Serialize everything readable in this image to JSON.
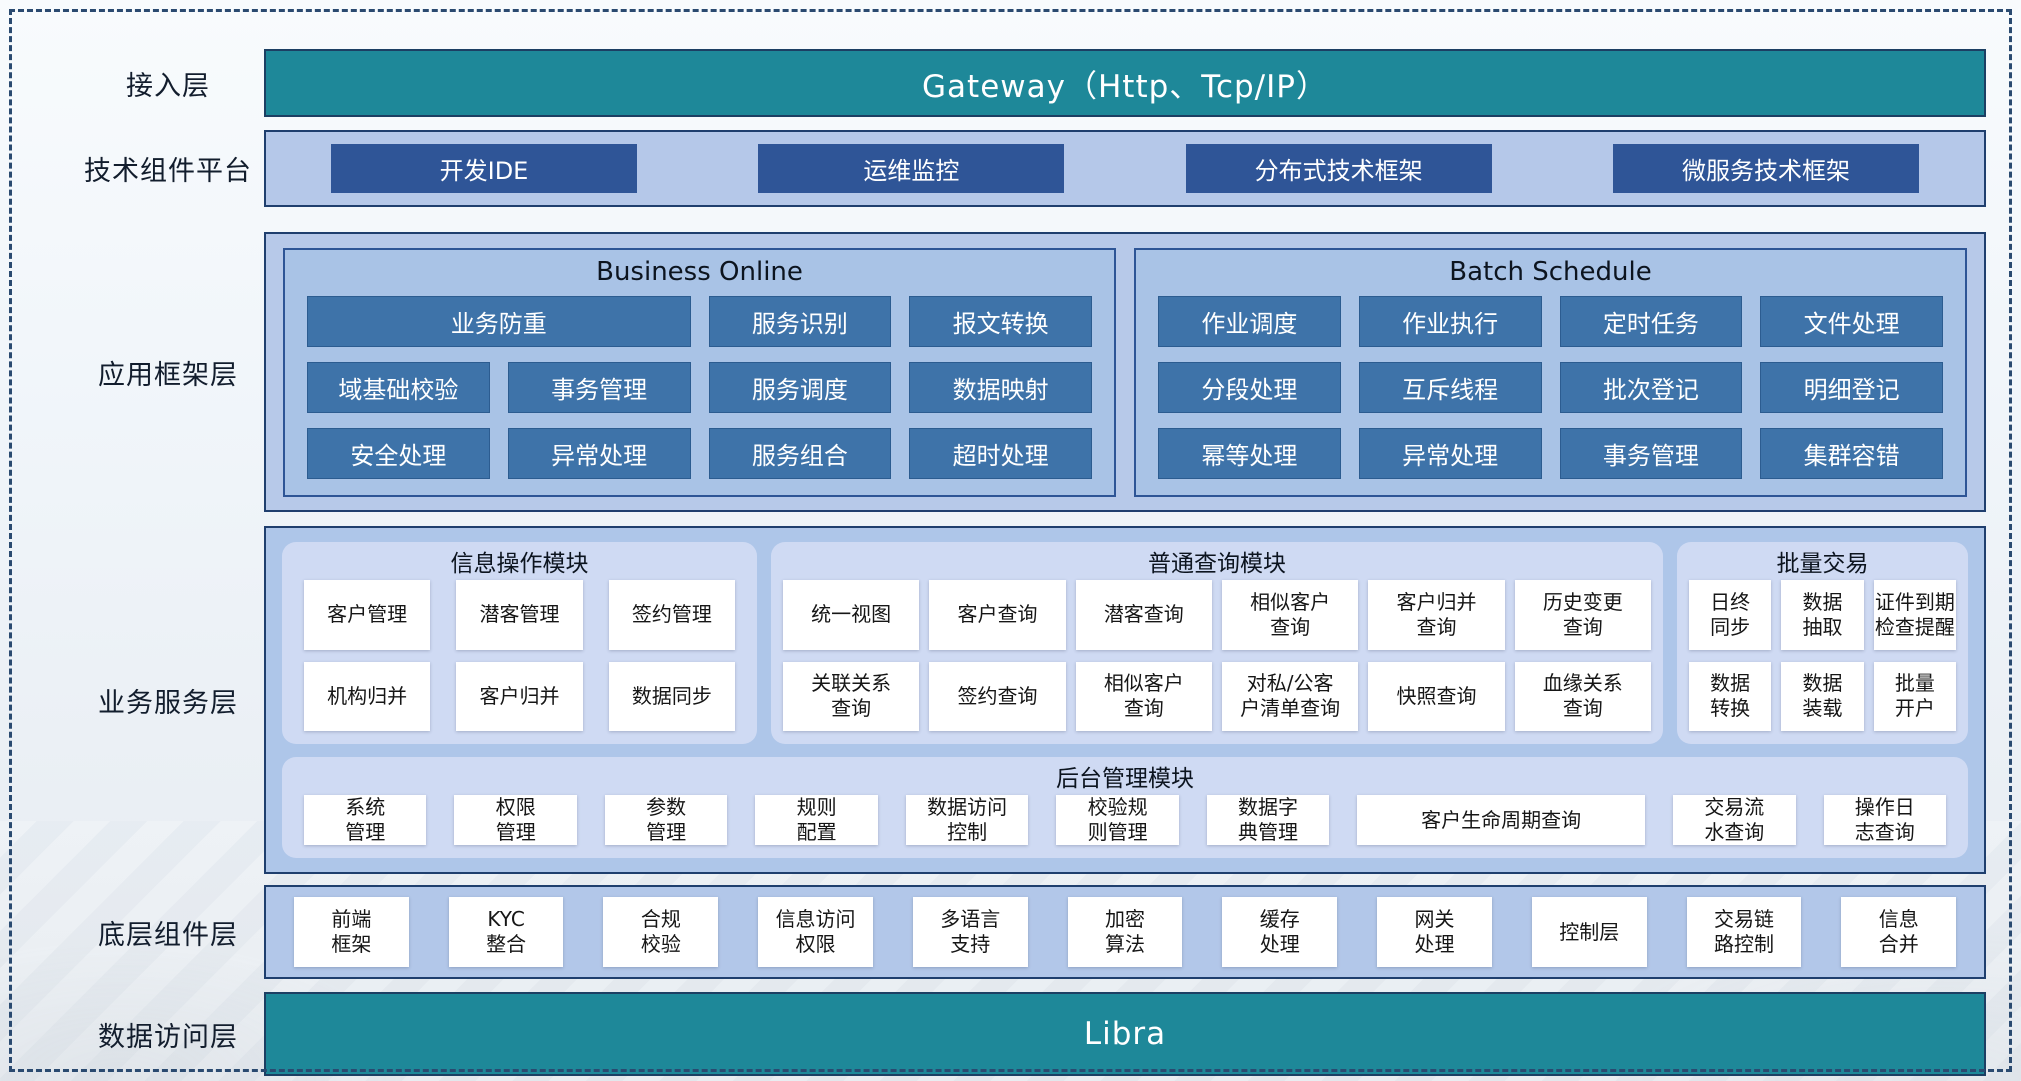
{
  "colors": {
    "teal_bar": "#1e8899",
    "dark_blue_button": "#2f5597",
    "mid_blue_button": "#3e73a9",
    "container_blue": "#b5c8e9",
    "panel_blue": "#a9c3e6",
    "subpanel_blue": "#cfdaf3",
    "border_navy": "#1f3f6e"
  },
  "access": {
    "label": "接入层",
    "gateway": "Gateway（Http、Tcp/IP）"
  },
  "tech": {
    "label": "技术组件平台",
    "buttons": [
      "开发IDE",
      "运维监控",
      "分布式技术框架",
      "微服务技术框架"
    ]
  },
  "framework": {
    "label": "应用框架层",
    "online": {
      "title": "Business Online",
      "r1": [
        "业务防重",
        "服务识别",
        "报文转换"
      ],
      "r2": [
        "域基础校验",
        "事务管理",
        "服务调度",
        "数据映射"
      ],
      "r3": [
        "安全处理",
        "异常处理",
        "服务组合",
        "超时处理"
      ]
    },
    "batch": {
      "title": "Batch Schedule",
      "r1": [
        "作业调度",
        "作业执行",
        "定时任务",
        "文件处理"
      ],
      "r2": [
        "分段处理",
        "互斥线程",
        "批次登记",
        "明细登记"
      ],
      "r3": [
        "幂等处理",
        "异常处理",
        "事务管理",
        "集群容错"
      ]
    }
  },
  "business": {
    "label": "业务服务层",
    "info": {
      "title": "信息操作模块",
      "r1": [
        "客户管理",
        "潜客管理",
        "签约管理"
      ],
      "r2": [
        "机构归并",
        "客户归并",
        "数据同步"
      ]
    },
    "query": {
      "title": "普通查询模块",
      "r1": [
        "统一视图",
        "客户查询",
        "潜客查询",
        "相似客户\n查询",
        "客户归并\n查询",
        "历史变更\n查询"
      ],
      "r2": [
        "关联关系\n查询",
        "签约查询",
        "相似客户\n查询",
        "对私/公客\n户清单查询",
        "快照查询",
        "血缘关系\n查询"
      ]
    },
    "batchtrade": {
      "title": "批量交易",
      "r1": [
        "日终\n同步",
        "数据\n抽取",
        "证件到期\n检查提醒"
      ],
      "r2": [
        "数据\n转换",
        "数据\n装载",
        "批量\n开户"
      ]
    },
    "admin": {
      "title": "后台管理模块",
      "items": [
        "系统\n管理",
        "权限\n管理",
        "参数\n管理",
        "规则\n配置",
        "数据访问\n控制",
        "校验规\n则管理",
        "数据字\n典管理",
        "客户生命周期查询",
        "交易流\n水查询",
        "操作日\n志查询"
      ]
    }
  },
  "base": {
    "label": "底层组件层",
    "items": [
      "前端\n框架",
      "KYC\n整合",
      "合规\n校验",
      "信息访问\n权限",
      "多语言\n支持",
      "加密\n算法",
      "缓存\n处理",
      "网关\n处理",
      "控制层",
      "交易链\n路控制",
      "信息\n合并"
    ]
  },
  "data_access": {
    "label": "数据访问层",
    "bar": "Libra"
  }
}
